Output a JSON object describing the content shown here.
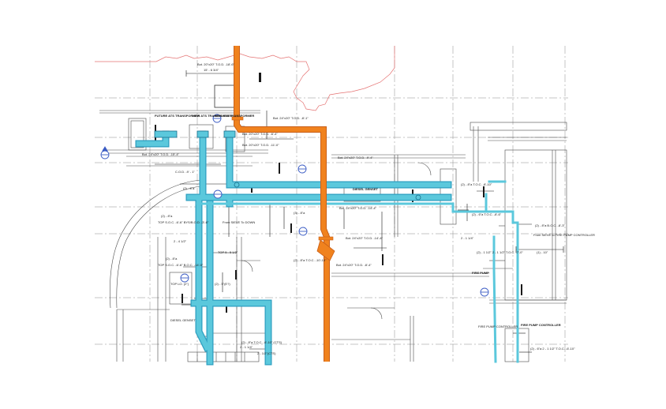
{
  "drawing": {
    "colors": {
      "background": "#ffffff",
      "linework": "#4a4a4a",
      "gridline": "#8a8a8a",
      "boundary": "#e57373",
      "chilled_water_pipe": "#5bc8dc",
      "pipe_outline": "#2e9fc0",
      "steam_pipe": "#f0821e",
      "section_marker": "#3b5cc4"
    },
    "room_labels": {
      "transformer_a": "FUTURE ATS TRANSFORMER",
      "transformer_b": "NEW ATS TRANSFORMER",
      "transformer_c": "NEW ATS TRANSFORMER",
      "diesel_genset": "DIESEL GENSET",
      "fire_pump_controller": "FIRE PUMP CONTROLLER",
      "fire_pump": "FIRE PUMP"
    },
    "elevation_tags": {
      "t1": "Bot. 20\"x20\" T.O.D. -18'-6\"",
      "t2": "15' - 6 3/4\"",
      "t3": "Bot. 24\"x20\" T.O.D. -8'-1\"",
      "t4": "Bot. 20\"x20\" T.O.D. -6'-4\"",
      "t5": "Bot. 20\"x20\" T.O.D. -11'-0\"",
      "t6": "Bot. 24\"x20\" T.O.D. -15'-4\"",
      "t7": "C.O.D. -9' - 1\"",
      "t8": "(2) - 8\"a",
      "t9": "Bot. 24\"x20\" T.O.D. -9'-4\"",
      "t10": "(3) - 8\"a",
      "t11": "Bot. 24\"x20\" T.O.D. -14'-4\"",
      "t12": "From SIEVE To DOWN",
      "t13": "(2) - 8\"a",
      "t14": "TOP S.O.C. -6'-6\" BYS/B.O.D. -3'-6\"",
      "t15": "2 - 4 1/2\"",
      "t16": "(2) - 8\"a",
      "t17": "TOP S.O.C. -6'-6\" B.O.C. -14'-0\"",
      "t18": "TOP LO. (2\")",
      "t19": "(2) - 5\"(E?)",
      "t20": "(2) - 8\"a T.O.C. -6'-10\" (CTS)",
      "t21": "DIESEL GENSET",
      "t22": "TOP 5 - 5 1/2\"",
      "t23": "Bot. 24\"x20\" T.O.D. -14'-4\"",
      "t24": "Bot. 24\"x20\" T.O.D. -8'-4\"",
      "t25": "(2) - 8\"a T.O.C. -10'-10\"",
      "t26": "(2) - 8\"a T.O.C. -8'-10\"",
      "t27": "(2) - 6\"a T.O.C. -8'-6\"",
      "t28": "2 - 1 1/4\"",
      "t29": "(2) - 8\"a B.O.C. -8'-3\"",
      "t30": "From SIEVE to FIRE PUMP CONTROLLER",
      "t31": "(1) - 10\"",
      "t32": "(2) - 1 1/2\" 2 - 1 1/2\" T.O.C. -7'-0\"",
      "t33": "FIRE PUMP CONTROLLER",
      "t34": "(2) - 6\"a 2 - 1 1/2\" T.O.C. -6'-10\"",
      "t35": "2 - 1/2\"(CTS)",
      "t36": "2 - 1 1/4\""
    }
  }
}
